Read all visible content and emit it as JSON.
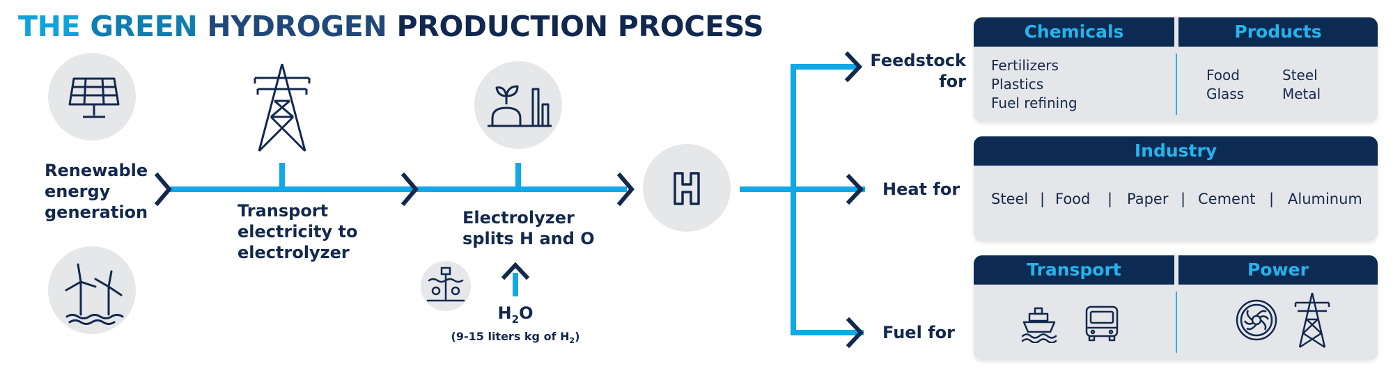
{
  "title": {
    "word1": "THE",
    "word2": "GREEN",
    "word3": "HYDROGEN",
    "word4": "PRODUCTION PROCESS"
  },
  "steps": {
    "renewable": [
      "Renewable",
      "energy",
      "generation"
    ],
    "transport": [
      "Transport",
      "electricity to",
      "electrolyzer"
    ],
    "electrolyzer": [
      "Electrolyzer",
      "splits H and O"
    ]
  },
  "hydrogen_symbol": "H",
  "water": {
    "formula_pre": "H",
    "formula_sub": "2",
    "formula_post": "O",
    "note_pre": "(9-15 liters kg of H",
    "note_sub": "2",
    "note_post": ")"
  },
  "uses": {
    "feedstock": [
      "Feedstock",
      "for"
    ],
    "heat": "Heat for",
    "fuel": "Fuel for"
  },
  "cards": {
    "chemicals": {
      "header": "Chemicals",
      "items": [
        "Fertilizers",
        "Plastics",
        "Fuel refining"
      ]
    },
    "products": {
      "header": "Products",
      "col1": [
        "Food",
        "Glass"
      ],
      "col2": [
        "Steel",
        "Metal"
      ]
    },
    "industry": {
      "header": "Industry",
      "items": [
        "Steel",
        "Food",
        "Paper",
        "Cement",
        "Aluminum"
      ],
      "separator": "|"
    },
    "transport": {
      "header": "Transport"
    },
    "power": {
      "header": "Power"
    }
  },
  "icons": {
    "renewable_top": "solar-panel-icon",
    "renewable_bottom": "offshore-wind-turbine-icon",
    "transport": "transmission-tower-icon",
    "electrolyzer": "factory-leaf-icon",
    "water_source": "water-treatment-icon",
    "transport_uses": [
      "ship-icon",
      "bus-icon"
    ],
    "power_uses": [
      "turbine-icon",
      "power-pylon-icon"
    ]
  },
  "colors": {
    "flow_blue": "#10a8e6",
    "navy": "#13284d",
    "header_navy": "#0d2b52",
    "header_text": "#27b3ec",
    "circle_gray": "#e6e7e9",
    "card_gray": "#e4e6e9"
  }
}
